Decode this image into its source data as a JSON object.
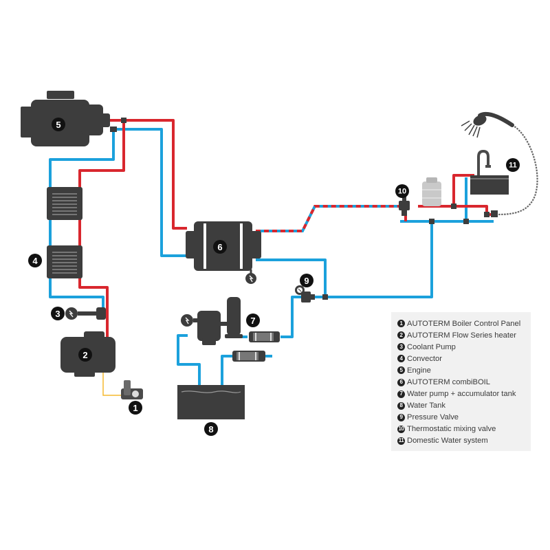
{
  "colors": {
    "hot_line": "#d9272e",
    "cold_line": "#1ba1dc",
    "component": "#3d3d3d",
    "component_light": "#5a5a5a",
    "badge": "#111111",
    "glycol_line": "#f5b82e",
    "legend_bg": "#f1f1f1"
  },
  "badges": {
    "b1": "1",
    "b2": "2",
    "b3": "3",
    "b4": "4",
    "b5": "5",
    "b6": "6",
    "b7": "7",
    "b8": "8",
    "b9": "9",
    "b10": "10",
    "b11": "11"
  },
  "legend": {
    "items": [
      {
        "num": "1",
        "label": "AUTOTERM Boiler Control Panel"
      },
      {
        "num": "2",
        "label": "AUTOTERM Flow Series heater"
      },
      {
        "num": "3",
        "label": "Coolant Pump"
      },
      {
        "num": "4",
        "label": "Convector"
      },
      {
        "num": "5",
        "label": "Engine"
      },
      {
        "num": "6",
        "label": "AUTOTERM combiBOIL"
      },
      {
        "num": "7",
        "label": "Water pump + accumulator tank"
      },
      {
        "num": "8",
        "label": "Water Tank"
      },
      {
        "num": "9",
        "label": "Pressure Valve"
      },
      {
        "num": "10",
        "label": "Thermostatic mixing valve"
      },
      {
        "num": "11",
        "label": "Domestic Water system"
      }
    ]
  }
}
